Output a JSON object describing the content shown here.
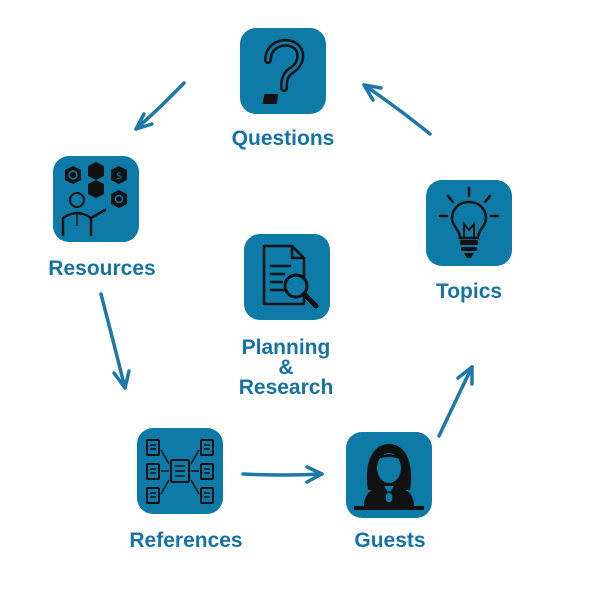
{
  "colors": {
    "tile": "#0e7aa7",
    "text": "#1472a4",
    "arrow": "#1c78a8",
    "icon": "#111111"
  },
  "nodes": {
    "questions": {
      "label": "Questions",
      "icon": "question-mark-icon"
    },
    "topics": {
      "label": "Topics",
      "icon": "lightbulb-icon"
    },
    "guests": {
      "label": "Guests",
      "icon": "guest-speaker-icon"
    },
    "references": {
      "label": "References",
      "icon": "document-network-icon"
    },
    "resources": {
      "label": "Resources",
      "icon": "business-resources-icon"
    },
    "center": {
      "line1": "Planning",
      "line2": "&",
      "line3": "Research",
      "icon": "document-search-icon"
    }
  },
  "cycle": [
    "Questions",
    "Resources",
    "References",
    "Guests",
    "Topics"
  ]
}
